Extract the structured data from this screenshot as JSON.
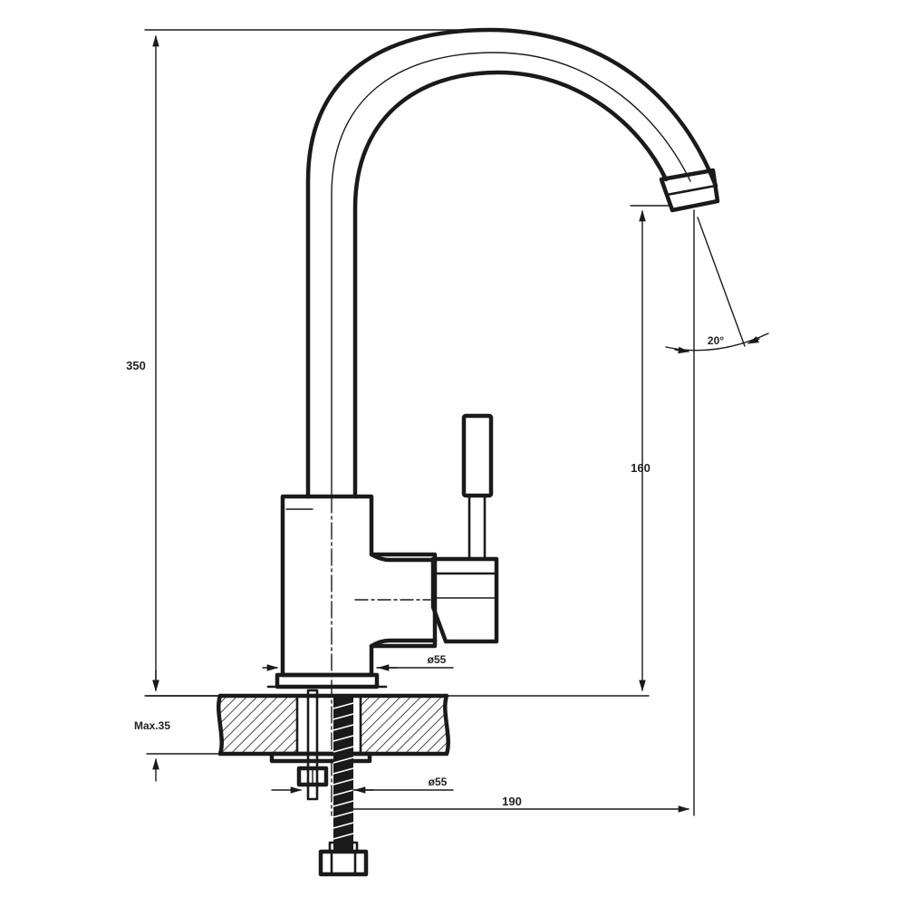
{
  "diagram": {
    "dimensions": {
      "overall_height": "350",
      "spout_height": "160",
      "spout_reach": "190",
      "base_diameter": "ø55",
      "flange_diameter": "ø55",
      "counter_thickness": "Max.35",
      "spout_angle": "20°"
    },
    "colors": {
      "line": "#1a1a1a",
      "hatch": "#1a1a1a",
      "background": "#ffffff"
    }
  }
}
